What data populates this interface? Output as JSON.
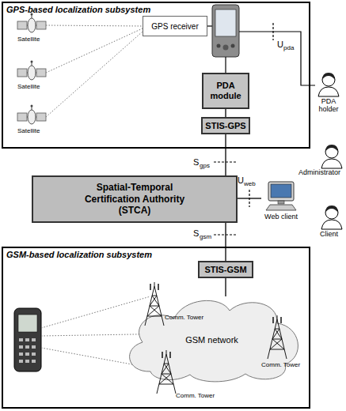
{
  "diagram": {
    "nodes": [
      {
        "text": [
          "GPS-based localization subsystem"
        ]
      },
      {
        "text": [
          "GPS receiver"
        ],
        "in": 0
      },
      {
        "text": [
          "PDA module"
        ],
        "in": 0
      },
      {
        "text": [
          "STIS-GPS"
        ],
        "in": 0
      },
      {
        "text": [
          "Spatial-Temporal Certification Authority (STCA)"
        ]
      },
      {
        "text": [
          "Web client"
        ]
      },
      {
        "text": [
          "GSM-based localization subsystem"
        ]
      },
      {
        "text": [
          "STIS-GSM"
        ],
        "in": 6
      },
      {
        "text": [
          "GSM network"
        ],
        "in": 6
      }
    ],
    "edges": [
      {
        "from": 2,
        "to": 3,
        "arrow": "none"
      },
      {
        "from": 3,
        "to": 4,
        "arrow": "none"
      },
      {
        "from": 4,
        "to": 5,
        "arrow": "none"
      },
      {
        "from": 4,
        "to": 7,
        "arrow": "none"
      },
      {
        "from": 7,
        "to": 8,
        "arrow": "none"
      }
    ],
    "labels": [
      "Satellite",
      "Satellite",
      "Satellite",
      "U",
      "pda",
      "PDA holder",
      "S",
      "gps",
      "U",
      "web",
      "Administrator",
      "Client",
      "S",
      "gsm",
      "Comm. Tower",
      "Comm. Tower",
      "Comm. Tower"
    ]
  }
}
